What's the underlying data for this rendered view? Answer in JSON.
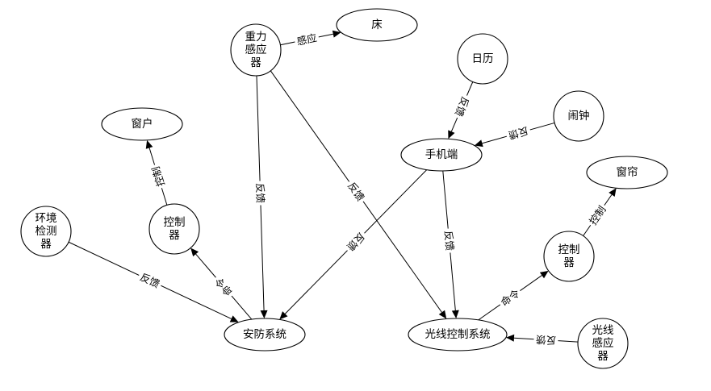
{
  "diagram": {
    "nodes": {
      "gravity_sensor": {
        "lines": [
          "重力",
          "感应",
          "器"
        ]
      },
      "bed": {
        "lines": [
          "床"
        ]
      },
      "calendar": {
        "lines": [
          "日历"
        ]
      },
      "alarm_clock": {
        "lines": [
          "闹钟"
        ]
      },
      "phone": {
        "lines": [
          "手机端"
        ]
      },
      "window": {
        "lines": [
          "窗户"
        ]
      },
      "controller_left": {
        "lines": [
          "控制",
          "器"
        ]
      },
      "env_detector": {
        "lines": [
          "环境",
          "检测",
          "器"
        ]
      },
      "security_system": {
        "lines": [
          "安防系统"
        ]
      },
      "curtain": {
        "lines": [
          "窗帘"
        ]
      },
      "controller_right": {
        "lines": [
          "控制",
          "器"
        ]
      },
      "light_control_system": {
        "lines": [
          "光线控制系统"
        ]
      },
      "light_sensor": {
        "lines": [
          "光线",
          "感应",
          "器"
        ]
      }
    },
    "edges": [
      {
        "from": "gravity_sensor",
        "to": "bed",
        "label": "感应"
      },
      {
        "from": "gravity_sensor",
        "to": "security_system",
        "label": "反馈"
      },
      {
        "from": "gravity_sensor",
        "to": "light_control_system",
        "label": "反馈"
      },
      {
        "from": "calendar",
        "to": "phone",
        "label": "反馈"
      },
      {
        "from": "alarm_clock",
        "to": "phone",
        "label": "反馈"
      },
      {
        "from": "phone",
        "to": "security_system",
        "label": "反馈"
      },
      {
        "from": "phone",
        "to": "light_control_system",
        "label": "反馈"
      },
      {
        "from": "controller_left",
        "to": "window",
        "label": "控制"
      },
      {
        "from": "security_system",
        "to": "controller_left",
        "label": "命令"
      },
      {
        "from": "env_detector",
        "to": "security_system",
        "label": "反馈"
      },
      {
        "from": "controller_right",
        "to": "curtain",
        "label": "控制"
      },
      {
        "from": "light_control_system",
        "to": "controller_right",
        "label": "命令"
      },
      {
        "from": "light_sensor",
        "to": "light_control_system",
        "label": "反馈"
      }
    ]
  }
}
